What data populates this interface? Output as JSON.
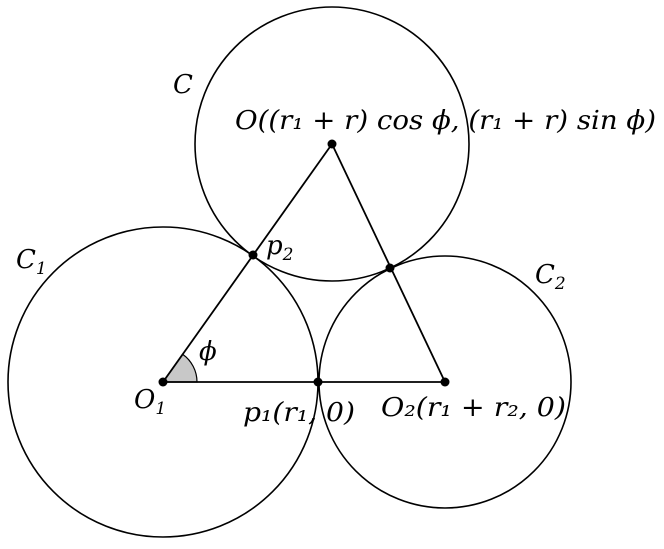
{
  "labels": {
    "circle_c": "C",
    "circle_c1": "C",
    "circle_c1_sub": "1",
    "circle_c2": "C",
    "circle_c2_sub": "2",
    "center_o": "O((r₁ + r) cos ϕ, (r₁ + r) sin ϕ)",
    "point_p2": "p",
    "point_p2_sub": "2",
    "angle_phi": "ϕ",
    "center_o1": "O",
    "center_o1_sub": "1",
    "point_p1": "p₁(r₁, 0)",
    "center_o2": "O₂(r₁ + r₂, 0)"
  },
  "colors": {
    "stroke": "#000000",
    "angle_fill": "#c8c8c8",
    "background": "#ffffff"
  }
}
